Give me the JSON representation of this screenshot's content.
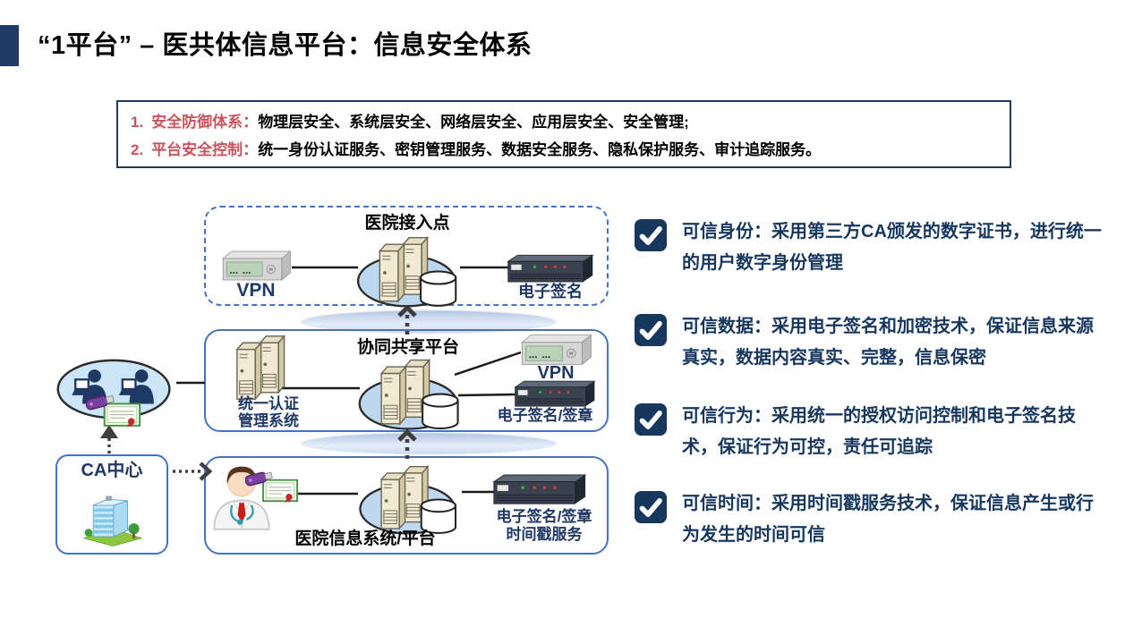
{
  "header": {
    "title": "“1平台” – 医共体信息平台：信息安全体系"
  },
  "info_box": {
    "items": [
      {
        "num": "1.",
        "label": "安全防御体系：",
        "text": "物理层安全、系统层安全、网络层安全、应用层安全、安全管理;"
      },
      {
        "num": "2.",
        "label": "平台安全控制：",
        "text": "统一身份认证服务、密钥管理服务、数据安全服务、隐私保护服务、审计追踪服务。"
      }
    ]
  },
  "diagram": {
    "top_box": {
      "title": "医院接入点",
      "vpn_label": "VPN",
      "sign_label": "电子签名"
    },
    "middle_box": {
      "title": "协同共享平台",
      "auth_label_line1": "统一认证",
      "auth_label_line2": "管理系统",
      "vpn_label": "VPN",
      "sign_label": "电子签名/签章"
    },
    "bottom_box": {
      "title": "医院信息系统/平台",
      "sign_label_line1": "电子签名/签章",
      "sign_label_line2": "时间戳服务"
    },
    "ca_box": {
      "label": "CA中心"
    }
  },
  "trust_items": [
    {
      "text": "可信身份：采用第三方CA颁发的数字证书，进行统一的用户数字身份管理"
    },
    {
      "text": "可信数据：采用电子签名和加密技术，保证信息来源真实，数据内容真实、完整，信息保密"
    },
    {
      "text": "可信行为：采用统一的授权访问控制和电子签名技术，保证行为可控，责任可追踪"
    },
    {
      "text": "可信时间：采用时间戳服务技术，保证信息产生或行为发生的时间可信"
    }
  ],
  "colors": {
    "accent_navy": "#1F3864",
    "box_border_blue": "#4472C4",
    "highlight_red": "#C9545C",
    "check_navy": "#17375E",
    "node_ellipse_blue": "#BDD7EE"
  }
}
